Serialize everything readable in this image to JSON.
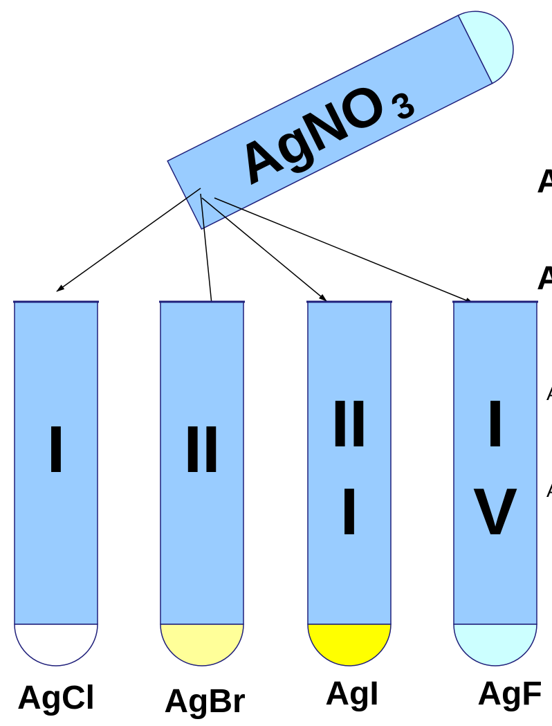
{
  "source": {
    "reagent_label": "AgNO",
    "reagent_subscript": "3",
    "tube_color": "#99ccff",
    "cap_color": "#ccffff"
  },
  "tubes": [
    {
      "numeral_line1": "I",
      "numeral_line2": "",
      "product": "AgCl",
      "precipitate_color": "#ffffff"
    },
    {
      "numeral_line1": "II",
      "numeral_line2": "",
      "product": "AgBr",
      "precipitate_color": "#ffff99"
    },
    {
      "numeral_line1": "II",
      "numeral_line2": "I",
      "product": "AgI",
      "precipitate_color": "#ffff00"
    },
    {
      "numeral_line1": "I",
      "numeral_line2": "V",
      "product": "AgF",
      "precipitate_color": "#ccffff"
    }
  ],
  "side_text": [
    "A",
    "A",
    "A",
    "A"
  ],
  "colors": {
    "outline": "#1f1f7a",
    "arrow": "#000000"
  }
}
